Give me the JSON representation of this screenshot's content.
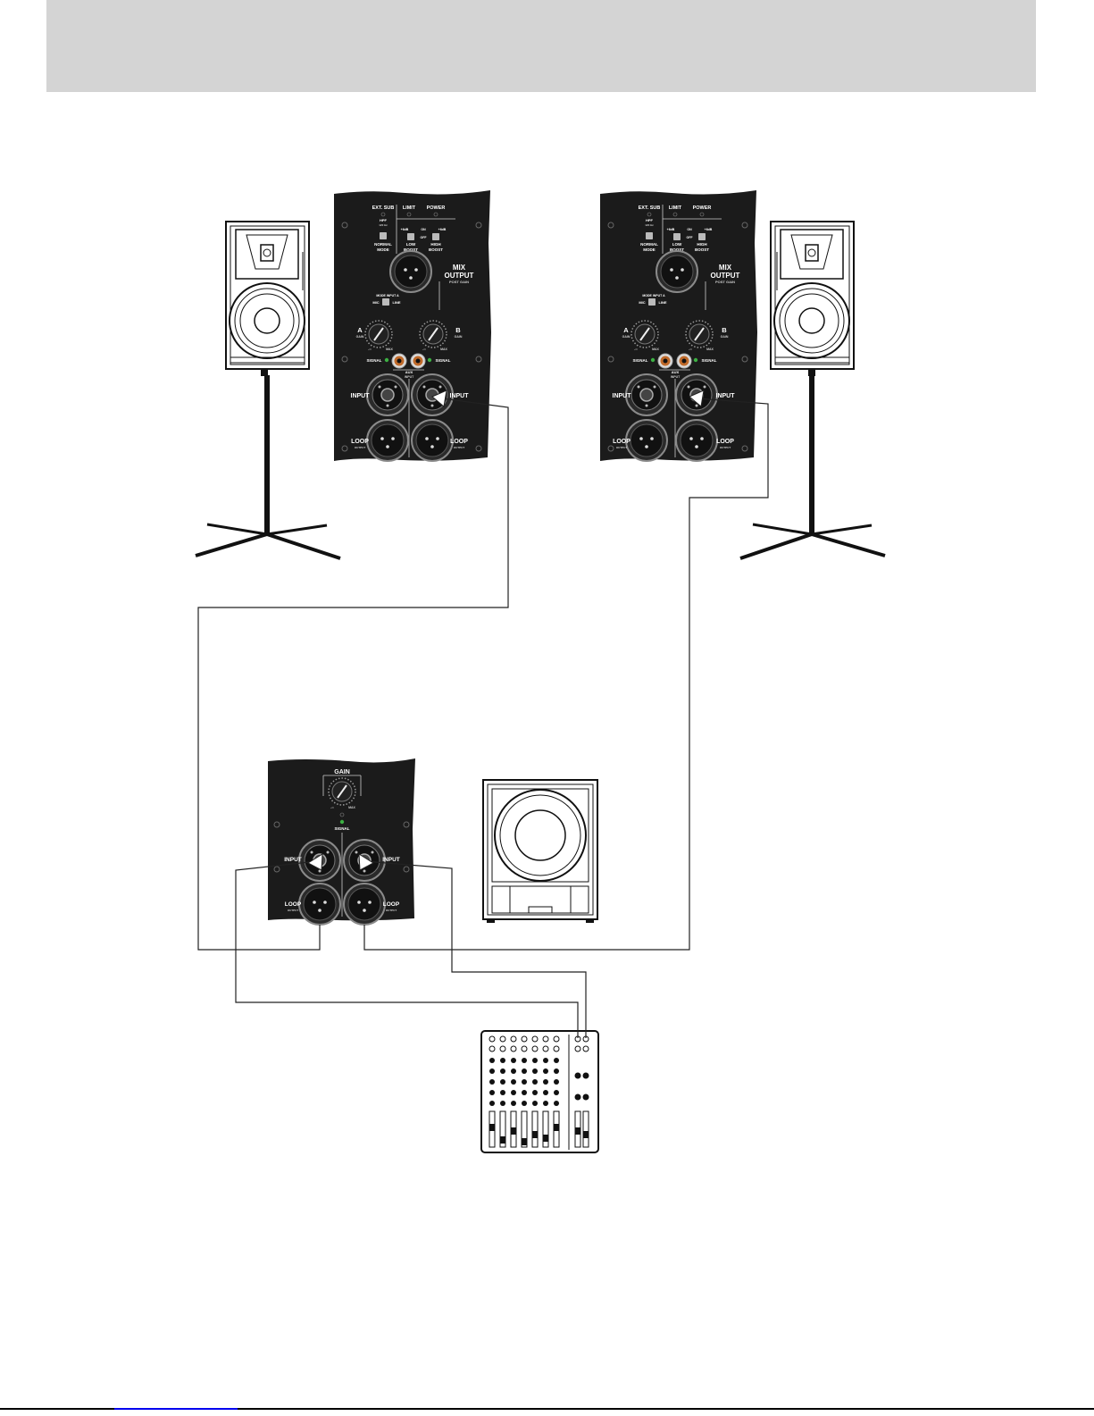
{
  "diagram": {
    "panel_left": {
      "ext_sub": "EXT. SUB",
      "hpf_label": "HPF",
      "hpf_sub": "120 Hz",
      "normal_mode": "NORMAL",
      "mode": "MODE",
      "limit": "LIMIT",
      "power": "POWER",
      "plus6db_l": "+6dB",
      "on": "ON",
      "plus6db_r": "+6dB",
      "off": "OFF",
      "low": "LOW",
      "boost_l": "BOOST",
      "high": "HIGH",
      "boost_r": "BOOST",
      "mix": "MIX",
      "output": "OUTPUT",
      "post_gain": "POST GAIN",
      "mode_input": "MODE INPUT A",
      "mic": "MIC",
      "line": "LINE",
      "chan_a": "A",
      "gain_a": "GAIN",
      "chan_b": "B",
      "gain_b": "GAIN",
      "min_a": "-∞",
      "max_a": "MAX",
      "min_b": "-∞",
      "max_b": "MAX",
      "signal_l": "SIGNAL",
      "signal_r": "SIGNAL",
      "aux": "AUX",
      "aux_input": "INPUT",
      "input_l": "INPUT",
      "input_r": "INPUT",
      "loop_l": "LOOP",
      "loop_l_sub": "OUTPUT",
      "loop_r": "LOOP",
      "loop_r_sub": "OUTPUT"
    },
    "panel_right": {
      "ext_sub": "EXT. SUB",
      "hpf_label": "HPF",
      "hpf_sub": "120 Hz",
      "normal_mode": "NORMAL",
      "mode": "MODE",
      "limit": "LIMIT",
      "power": "POWER",
      "plus6db_l": "+6dB",
      "on": "ON",
      "plus6db_r": "+6dB",
      "off": "OFF",
      "low": "LOW",
      "boost_l": "BOOST",
      "high": "HIGH",
      "boost_r": "BOOST",
      "mix": "MIX",
      "output": "OUTPUT",
      "post_gain": "POST GAIN",
      "mode_input": "MODE INPUT A",
      "mic": "MIC",
      "line": "LINE",
      "chan_a": "A",
      "gain_a": "GAIN",
      "chan_b": "B",
      "gain_b": "GAIN",
      "min_a": "-∞",
      "max_a": "MAX",
      "min_b": "-∞",
      "max_b": "MAX",
      "signal_l": "SIGNAL",
      "signal_r": "SIGNAL",
      "aux": "AUX",
      "aux_input": "INPUT",
      "input_l": "INPUT",
      "input_r": "INPUT",
      "loop_l": "LOOP",
      "loop_l_sub": "OUTPUT",
      "loop_r": "LOOP",
      "loop_r_sub": "OUTPUT"
    },
    "sub_panel": {
      "gain": "GAIN",
      "min": "-∞",
      "max": "MAX",
      "signal": "SIGNAL",
      "input_l": "INPUT",
      "input_r": "INPUT",
      "loop_l": "LOOP",
      "loop_l_sub": "OUTPUT",
      "loop_r": "LOOP",
      "loop_r_sub": "OUTPUT"
    },
    "colors": {
      "panel": "#1b1b1b",
      "line": "#222222",
      "header": "#d4d4d4",
      "signal_led": "#3cb043",
      "rca_ring": "#c06a2a"
    }
  }
}
